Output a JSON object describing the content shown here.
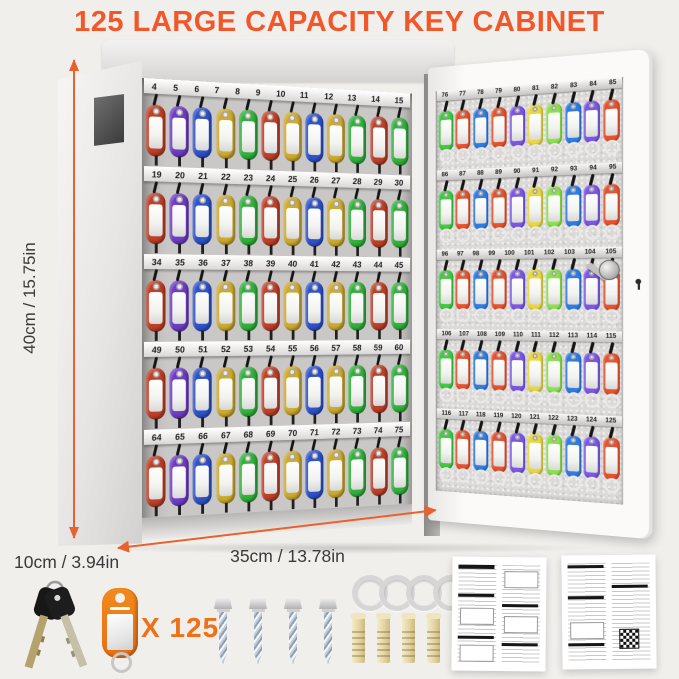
{
  "title": "125 LARGE CAPACITY KEY CABINET",
  "colors": {
    "background": "#f1efec",
    "title_orange": "#f2572a",
    "dimension_orange": "#e9612c",
    "x125_orange": "#ee7118",
    "tag_palette": {
      "red": "#bf3f27",
      "purple": "#6e3cc6",
      "blue": "#2d52cc",
      "yellow": "#cdaa2e",
      "green": "#2fb23a",
      "dred": "#e8512c",
      "dblue": "#2f7ce4",
      "dpurple": "#7b57e6",
      "dyellow": "#e8d83e",
      "dgreen": "#3fca3f",
      "lime": "#8ae24a"
    }
  },
  "dimensions": {
    "height_label": "40cm / 15.75in",
    "width_label": "35cm / 13.78in",
    "depth_label": "10cm / 3.94in"
  },
  "cabinet": {
    "rows": [
      {
        "numbers": [
          "4",
          "5",
          "6",
          "7",
          "8",
          "9",
          "10",
          "11",
          "12",
          "13",
          "14",
          "15"
        ],
        "colors": [
          "red",
          "purple",
          "blue",
          "yellow",
          "green",
          "red",
          "yellow",
          "blue",
          "yellow",
          "green",
          "red",
          "green"
        ]
      },
      {
        "numbers": [
          "19",
          "20",
          "21",
          "22",
          "23",
          "24",
          "25",
          "26",
          "27",
          "28",
          "29",
          "30"
        ],
        "colors": [
          "red",
          "purple",
          "blue",
          "yellow",
          "green",
          "red",
          "yellow",
          "blue",
          "yellow",
          "green",
          "red",
          "green"
        ]
      },
      {
        "numbers": [
          "34",
          "35",
          "36",
          "37",
          "38",
          "39",
          "40",
          "41",
          "42",
          "43",
          "44",
          "45"
        ],
        "colors": [
          "red",
          "purple",
          "blue",
          "yellow",
          "green",
          "red",
          "yellow",
          "blue",
          "yellow",
          "green",
          "red",
          "green"
        ]
      },
      {
        "numbers": [
          "49",
          "50",
          "51",
          "52",
          "53",
          "54",
          "55",
          "56",
          "57",
          "58",
          "59",
          "60"
        ],
        "colors": [
          "red",
          "purple",
          "blue",
          "yellow",
          "green",
          "red",
          "yellow",
          "blue",
          "yellow",
          "green",
          "red",
          "green"
        ]
      },
      {
        "numbers": [
          "64",
          "65",
          "66",
          "67",
          "68",
          "69",
          "70",
          "71",
          "72",
          "73",
          "74",
          "75"
        ],
        "colors": [
          "red",
          "purple",
          "blue",
          "yellow",
          "green",
          "red",
          "yellow",
          "blue",
          "yellow",
          "green",
          "red",
          "green"
        ]
      }
    ]
  },
  "door": {
    "rows": [
      {
        "numbers": [
          "76",
          "77",
          "78",
          "79",
          "80",
          "81",
          "82",
          "83",
          "84",
          "85"
        ],
        "colors": [
          "dgreen",
          "dred",
          "dblue",
          "dred",
          "dpurple",
          "dyellow",
          "lime",
          "dblue",
          "dpurple",
          "dred"
        ]
      },
      {
        "numbers": [
          "86",
          "87",
          "88",
          "89",
          "90",
          "91",
          "92",
          "93",
          "94",
          "95"
        ],
        "colors": [
          "dgreen",
          "dred",
          "dblue",
          "dred",
          "dpurple",
          "dyellow",
          "lime",
          "dblue",
          "dpurple",
          "dred"
        ]
      },
      {
        "numbers": [
          "96",
          "97",
          "98",
          "99",
          "100",
          "101",
          "102",
          "103",
          "104",
          "105"
        ],
        "colors": [
          "dgreen",
          "dred",
          "dblue",
          "dred",
          "dpurple",
          "dyellow",
          "lime",
          "dblue",
          "dpurple",
          "dred"
        ]
      },
      {
        "numbers": [
          "106",
          "107",
          "108",
          "109",
          "110",
          "111",
          "112",
          "113",
          "114",
          "115"
        ],
        "colors": [
          "dgreen",
          "dred",
          "dblue",
          "dred",
          "dpurple",
          "dyellow",
          "lime",
          "dblue",
          "dpurple",
          "dred"
        ]
      },
      {
        "numbers": [
          "116",
          "117",
          "118",
          "119",
          "120",
          "121",
          "122",
          "123",
          "124",
          "125"
        ],
        "colors": [
          "dgreen",
          "dred",
          "dblue",
          "dred",
          "dpurple",
          "dyellow",
          "lime",
          "dblue",
          "dpurple",
          "dred"
        ]
      }
    ]
  },
  "accessories": {
    "tag_count_label": "X 125",
    "keys": 2,
    "screws": 4,
    "rings": 4,
    "anchors": 4,
    "manuals": 2
  }
}
